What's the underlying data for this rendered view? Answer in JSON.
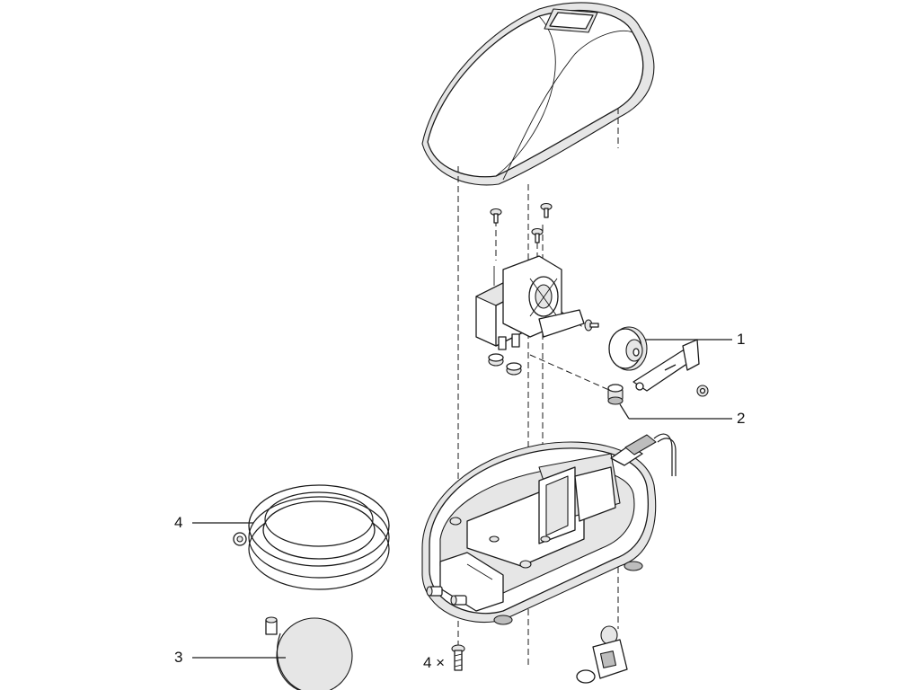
{
  "callouts": [
    {
      "id": "c1",
      "label": "1"
    },
    {
      "id": "c2",
      "label": "2"
    },
    {
      "id": "c3",
      "label": "3"
    },
    {
      "id": "c4a",
      "label": "4"
    },
    {
      "id": "c4b",
      "label": "4 ×"
    }
  ]
}
